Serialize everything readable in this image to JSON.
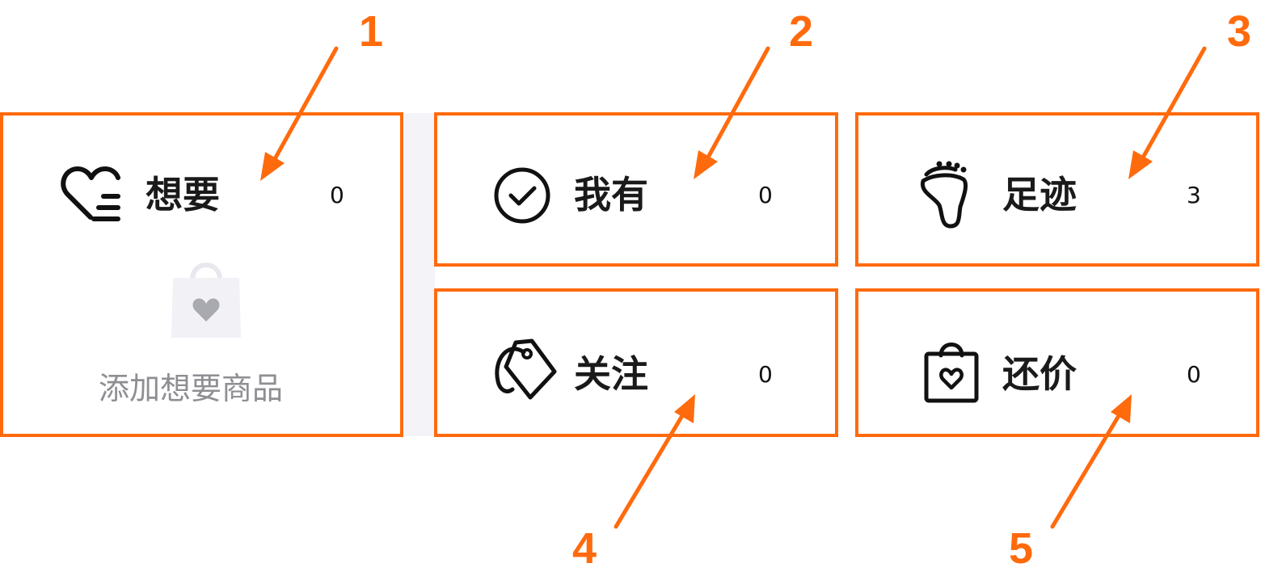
{
  "colors": {
    "accent": "#ff6a0d",
    "text": "#1a1a1a",
    "hint": "#8e8e93"
  },
  "want": {
    "icon": "heart-list-icon",
    "label": "想要",
    "count": "0",
    "empty_icon": "shopping-bag-heart-icon",
    "empty_hint": "添加想要商品"
  },
  "have": {
    "icon": "check-circle-icon",
    "label": "我有",
    "count": "0"
  },
  "footprint": {
    "icon": "footprint-icon",
    "label": "足迹",
    "count": "3"
  },
  "follow": {
    "icon": "tag-icon",
    "label": "关注",
    "count": "0"
  },
  "bargain": {
    "icon": "bag-heart-icon",
    "label": "还价",
    "count": "0"
  },
  "annotations": [
    "1",
    "2",
    "3",
    "4",
    "5"
  ]
}
